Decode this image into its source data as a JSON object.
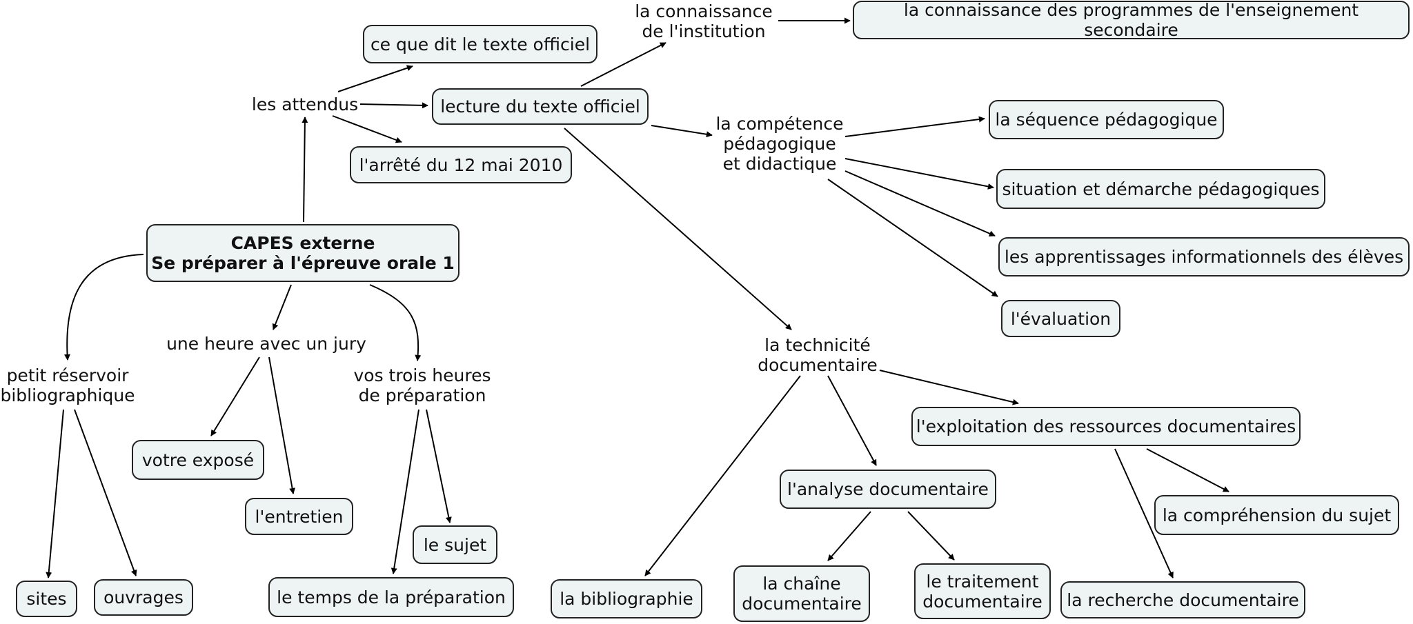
{
  "diagram": {
    "title": "CAPES externe\nSe préparer à l'épreuve orale 1",
    "nodes": {
      "root": "CAPES externe\nSe préparer à l'épreuve orale 1",
      "attendus": "les attendus",
      "texte_officiel": "ce que dit le texte officiel",
      "lecture": "lecture du texte officiel",
      "arrete": "l'arrêté du 12 mai 2010",
      "connaissance_institution": "la connaissance\nde l'institution",
      "connaissance_programmes": "la connaissance des programmes de l'enseignement secondaire",
      "competence": "la compétence\npédagogique\net didactique",
      "sequence": "la séquence pédagogique",
      "situation": "situation et démarche pédagogiques",
      "apprentissages": "les apprentissages informationnels des élèves",
      "evaluation": "l'évaluation",
      "technicite": "la technicité\ndocumentaire",
      "exploitation": "l'exploitation des ressources documentaires",
      "analyse": "l'analyse documentaire",
      "bibliographie": "la bibliographie",
      "chaine": "la chaîne\ndocumentaire",
      "traitement": "le traitement\ndocumentaire",
      "comprehension": "la compréhension du sujet",
      "recherche": "la recherche documentaire",
      "reservoir": "petit réservoir\nbibliographique",
      "sites": "sites",
      "ouvrages": "ouvrages",
      "heure_jury": "une heure avec un jury",
      "expose": "votre exposé",
      "entretien": "l'entretien",
      "trois_heures": "vos trois heures\nde préparation",
      "sujet": "le sujet",
      "temps": "le temps de la préparation"
    },
    "edges": [
      [
        "root",
        "attendus"
      ],
      [
        "attendus",
        "texte_officiel"
      ],
      [
        "attendus",
        "lecture"
      ],
      [
        "attendus",
        "arrete"
      ],
      [
        "lecture",
        "connaissance_institution"
      ],
      [
        "connaissance_institution",
        "connaissance_programmes"
      ],
      [
        "lecture",
        "competence"
      ],
      [
        "competence",
        "sequence"
      ],
      [
        "competence",
        "situation"
      ],
      [
        "competence",
        "apprentissages"
      ],
      [
        "competence",
        "evaluation"
      ],
      [
        "lecture",
        "technicite"
      ],
      [
        "technicite",
        "exploitation"
      ],
      [
        "technicite",
        "analyse"
      ],
      [
        "technicite",
        "bibliographie"
      ],
      [
        "analyse",
        "chaine"
      ],
      [
        "analyse",
        "traitement"
      ],
      [
        "exploitation",
        "comprehension"
      ],
      [
        "exploitation",
        "recherche"
      ],
      [
        "root",
        "reservoir"
      ],
      [
        "reservoir",
        "sites"
      ],
      [
        "reservoir",
        "ouvrages"
      ],
      [
        "root",
        "heure_jury"
      ],
      [
        "heure_jury",
        "expose"
      ],
      [
        "heure_jury",
        "entretien"
      ],
      [
        "root",
        "trois_heures"
      ],
      [
        "trois_heures",
        "sujet"
      ],
      [
        "trois_heures",
        "temps"
      ]
    ]
  }
}
